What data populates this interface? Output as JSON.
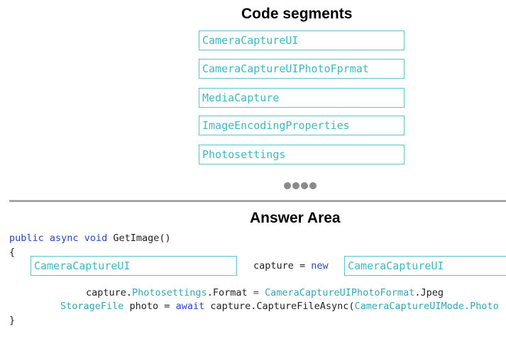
{
  "segments_heading": "Code segments",
  "segments": [
    "CameraCaptureUI",
    "CameraCaptureUIPhotoFprmat",
    "MediaCapture",
    "ImageEncodingProperties",
    "Photosettings"
  ],
  "answer_heading": "Answer Area",
  "code": {
    "line1": {
      "kw_public": "public",
      "kw_async": "async",
      "kw_void": "void",
      "rest": "GetImage()"
    },
    "open_brace": "{",
    "line3": {
      "slot1": "CameraCaptureUI",
      "capture_eq": "capture =",
      "kw_new": "new",
      "slot2": "CameraCaptureUI"
    },
    "line4": {
      "prefix": "capture.",
      "prop": "Photosettings",
      "dot_format": ".Format",
      "eq": " = ",
      "type": "CameraCaptureUIPhotoFormat",
      "tail": ".Jpeg"
    },
    "line5": {
      "type": "StorageFile",
      "mid": " photo = ",
      "kw_await": "await",
      "call": " capture.CaptureFileAsync(",
      "arg": "CameraCaptureUIMode.Photo"
    },
    "close_brace": "}"
  },
  "colors": {
    "segment_border": "#5bc4cb",
    "segment_text": "#3fb8c0",
    "keyword": "#2b45c6",
    "type": "#35a5b5",
    "divider": "#a6a6a6"
  }
}
